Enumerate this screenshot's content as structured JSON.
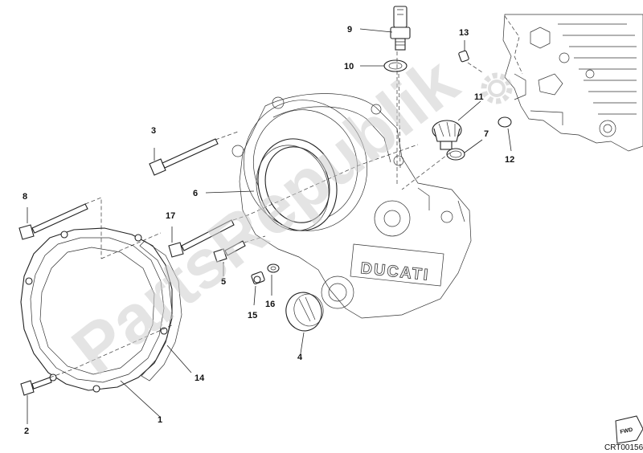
{
  "diagram": {
    "callouts": [
      {
        "id": "1",
        "label": "1"
      },
      {
        "id": "2",
        "label": "2"
      },
      {
        "id": "3",
        "label": "3"
      },
      {
        "id": "4",
        "label": "4"
      },
      {
        "id": "5",
        "label": "5"
      },
      {
        "id": "6",
        "label": "6"
      },
      {
        "id": "7",
        "label": "7"
      },
      {
        "id": "8",
        "label": "8"
      },
      {
        "id": "9",
        "label": "9"
      },
      {
        "id": "10",
        "label": "10"
      },
      {
        "id": "11",
        "label": "11"
      },
      {
        "id": "12",
        "label": "12"
      },
      {
        "id": "13",
        "label": "13"
      },
      {
        "id": "14",
        "label": "14"
      },
      {
        "id": "15",
        "label": "15"
      },
      {
        "id": "16",
        "label": "16"
      },
      {
        "id": "17",
        "label": "17"
      }
    ],
    "cover_brand": "DUCATI",
    "watermark": "PartsRepublik",
    "fwd_label": "FWD",
    "drawing_code": "CRT00156"
  }
}
